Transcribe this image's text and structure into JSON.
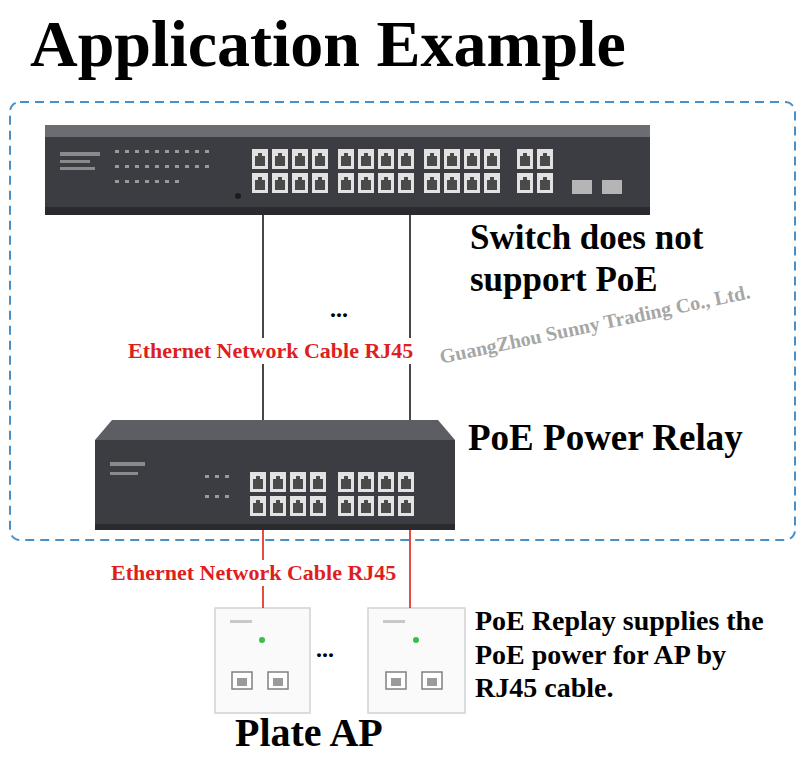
{
  "diagram": {
    "title": "Application Example",
    "nodes": [
      {
        "text": [
          "Switch does not support PoE"
        ]
      },
      {
        "text": [
          "PoE Power Relay"
        ]
      },
      {
        "text": [
          "Plate AP"
        ]
      },
      {
        "text": [
          "PoE Replay supplies the PoE power for AP by RJ45 cable."
        ]
      }
    ],
    "edges": [
      {
        "from": 0,
        "to": 1,
        "arrow": "none",
        "label": "Ethernet Network Cable RJ45"
      },
      {
        "from": 0,
        "to": 1,
        "arrow": "none"
      },
      {
        "from": 1,
        "to": 2,
        "arrow": "none",
        "label": "Ethernet Network Cable RJ45"
      },
      {
        "from": 1,
        "to": 3,
        "arrow": "none"
      }
    ],
    "labels": [
      "...",
      "...",
      "GuangZhou Sunny Trading Co., Ltd."
    ]
  }
}
